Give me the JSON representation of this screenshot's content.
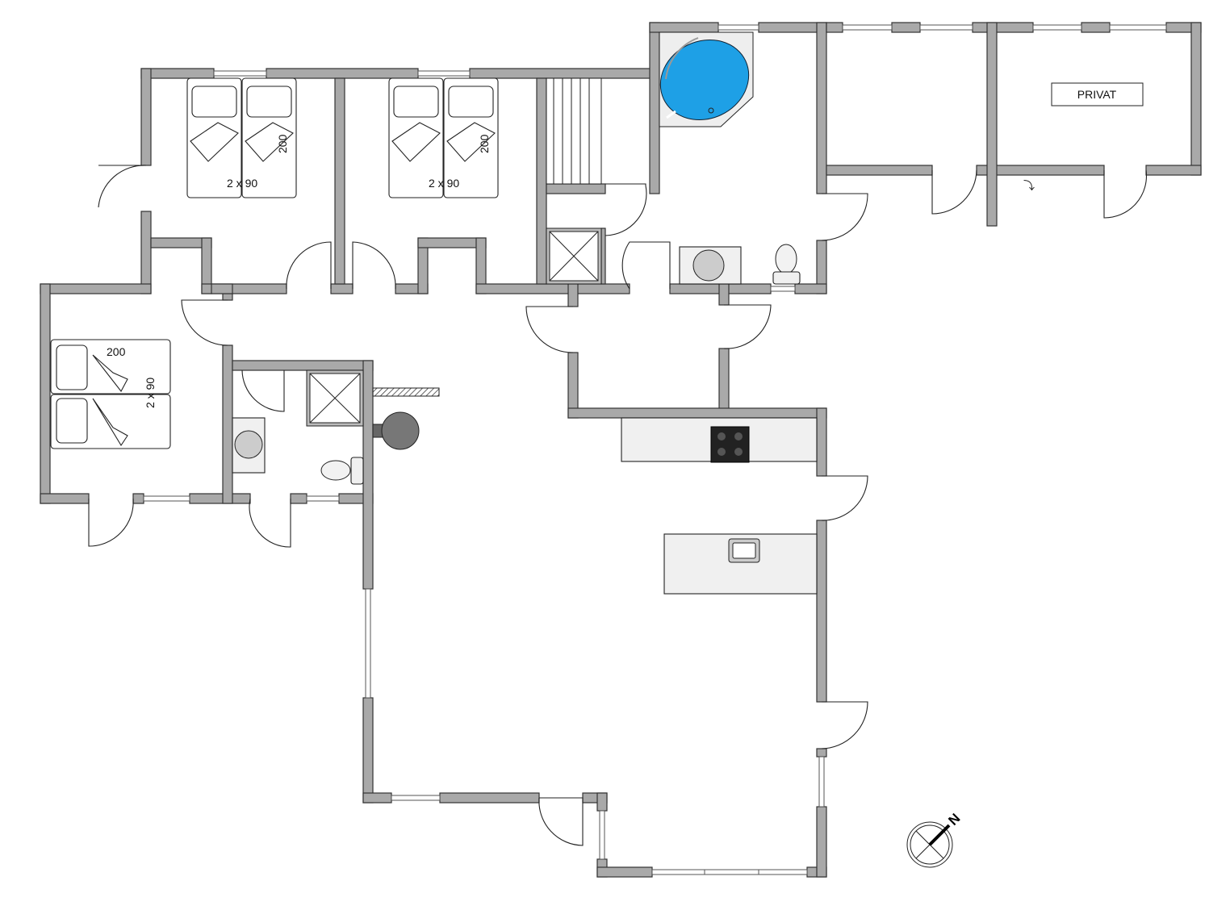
{
  "rooms": {
    "bedroom_1": {
      "bed_width": "2 x 90",
      "bed_length": "200"
    },
    "bedroom_2": {
      "bed_width": "2 x 90",
      "bed_length": "200"
    },
    "bedroom_3": {
      "bed_width": "2 x 90",
      "bed_length": "200"
    },
    "private_room": {
      "label": "PRIVAT"
    }
  },
  "compass": {
    "label": "N"
  },
  "colors": {
    "wall": "#a9a9a9",
    "spa_water": "#1ea0e6",
    "outline": "#333333"
  }
}
